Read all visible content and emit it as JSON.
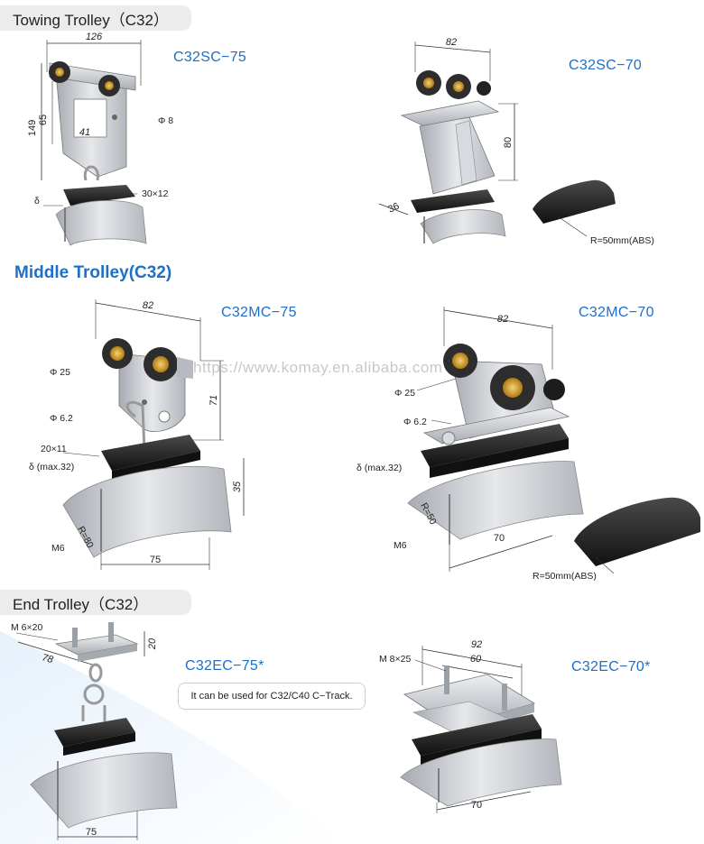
{
  "sections": {
    "towing": "Towing Trolley（C32）",
    "middle": "Middle Trolley(C32)",
    "end": "End Trolley（C32）"
  },
  "models": {
    "sc75": "C32SC−75",
    "sc70": "C32SC−70",
    "mc75": "C32MC−75",
    "mc70": "C32MC−70",
    "ec75": "C32EC−75*",
    "ec70": "C32EC−70*"
  },
  "dims": {
    "sc75": {
      "w": "126",
      "h1": "149",
      "h2": "65",
      "inner": "41",
      "hole": "Φ 8",
      "slot": "30×12",
      "delta": "δ"
    },
    "sc70": {
      "w": "82",
      "h": "80",
      "d": "36"
    },
    "profile": {
      "radius": "R=50mm(ABS)"
    },
    "mc75": {
      "w": "82",
      "wheel": "Φ 25",
      "hole": "Φ 6.2",
      "h": "71",
      "slot": "20×11",
      "delta": "δ (max.32)",
      "h2": "35",
      "radius": "R=80",
      "bolt": "M6",
      "base": "75"
    },
    "mc70": {
      "w": "82",
      "wheel": "Φ 25",
      "hole": "Φ 6.2",
      "delta": "δ (max.32)",
      "radius": "R=50",
      "bolt": "M6",
      "base": "70"
    },
    "ec75": {
      "bolt": "M 6×20",
      "h": "20",
      "w": "78",
      "base": "75"
    },
    "ec70": {
      "bolt": "M 8×25",
      "w1": "92",
      "w2": "60",
      "base": "70"
    }
  },
  "note": "It can be used for C32/C40 C−Track.",
  "watermark": "https://www.komay.en.alibaba.com",
  "colors": {
    "accent": "#1f6fc6",
    "pill": "#ececec",
    "metal": "#c9ccd1",
    "rubber": "#222222",
    "brass": "#d9a11c"
  }
}
